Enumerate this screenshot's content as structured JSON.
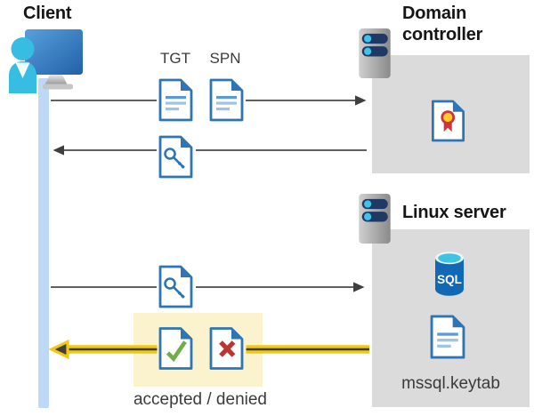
{
  "diagram": {
    "client": {
      "label": "Client"
    },
    "domain_controller": {
      "label": "Domain controller"
    },
    "linux_server": {
      "label": "Linux server",
      "sql_badge": "SQL",
      "keytab_label": "mssql.keytab"
    },
    "messages": {
      "tgt_label": "TGT",
      "spn_label": "SPN",
      "result_label": "accepted / denied"
    },
    "flows": [
      {
        "from": "client",
        "to": "domain-controller",
        "carries": [
          "TGT",
          "SPN"
        ],
        "direction": "right"
      },
      {
        "from": "domain-controller",
        "to": "client",
        "carries": [
          "key"
        ],
        "direction": "left"
      },
      {
        "from": "client",
        "to": "linux-server",
        "carries": [
          "key"
        ],
        "direction": "right"
      },
      {
        "from": "linux-server",
        "to": "client",
        "carries": [
          "accepted",
          "denied"
        ],
        "direction": "left",
        "highlighted": true
      }
    ],
    "icons": [
      "client-user-monitor-icon",
      "server-icon",
      "certificate-document-icon",
      "text-document-icon",
      "key-document-icon",
      "sql-database-icon",
      "check-document-icon",
      "x-document-icon"
    ],
    "colors": {
      "doc_blue": "#2E75B6",
      "doc_line_light": "#9DC3E6",
      "doc_line_med": "#5B9BD5",
      "timeline_blue": "#BED9F7",
      "box_gray": "#DBDBDB",
      "highlight_yellow": "#FAF3CD",
      "arrow_yellow": "#F2C811",
      "arrow_gray": "#4A4A4A",
      "arrow_head": "#3F3F3F",
      "check_green": "#6FAE4B",
      "cross_red": "#B93633",
      "sql_blue": "#1168B4",
      "sql_cyan": "#3FC3E3",
      "seal_yellow": "#FFCE29",
      "seal_red": "#D13438",
      "pill_navy": "#1F3864",
      "dot_cyan": "#41C3E8",
      "person_cyan": "#38BDE2"
    }
  }
}
